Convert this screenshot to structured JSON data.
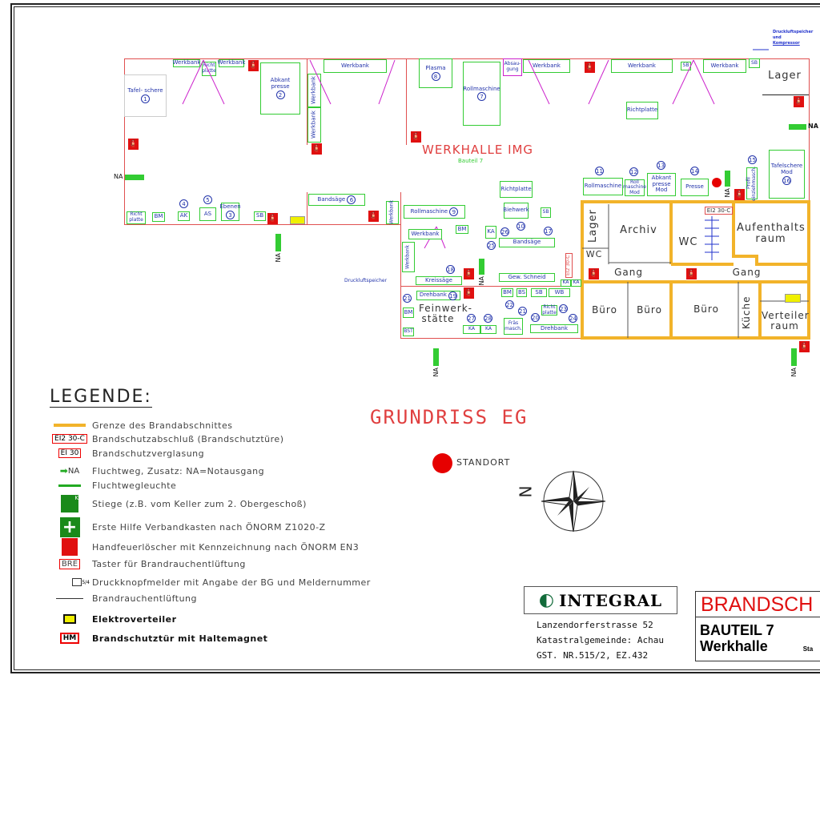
{
  "top_note": [
    "Druckluftspeicher",
    "und",
    "Kompressor"
  ],
  "hall": {
    "title": "WERKHALLE IMG",
    "subtitle": "Bauteil 7"
  },
  "plan": {
    "tafelschere": "Tafel- schere",
    "n1": "1",
    "werkbank": "Werkbank",
    "richtplatte": "Richt platte",
    "abkantpresse": "Abkant presse",
    "n2": "2",
    "plasma": "Plasma",
    "n8": "8",
    "rollmaschine": "Rollmaschine",
    "n7": "7",
    "absaugung": "Absau- gung",
    "sb": "SB",
    "lager": "Lager",
    "richtplatte2": "Richtplatte",
    "bm": "BM",
    "ak": "AK",
    "as": "AS",
    "ebenen": "Ebenen",
    "n3": "3",
    "n4": "4",
    "n5": "5",
    "bandsaege": "Bandsäge",
    "n6": "6",
    "rollmaschine9": "Rollmaschine",
    "n9": "9",
    "biehwerk": "Biehwerk",
    "n10": "10",
    "bandsaege17": "Bandsäge",
    "n17": "17",
    "ka": "KA",
    "n25": "25",
    "n26": "26",
    "kreissaege": "Kreissäge",
    "n18": "18",
    "gew_schneid": "Gew. Schneid",
    "drehbank": "Drehbank",
    "n19": "19",
    "feinwerk": "Feinwerk- stätte",
    "n21": "21",
    "bst": "BST",
    "bs": "BS",
    "wb": "WB",
    "n22": "22",
    "n27": "27",
    "n28": "28",
    "fraes": "Fräs masch.",
    "drehbank20": "Drehbank",
    "n20": "20",
    "n23": "23",
    "n24": "24",
    "druckluft": "Druckluftspeicher",
    "rollmaschine11": "Rollmaschine",
    "n11": "11",
    "rollmod": "Roll maschine Mod",
    "n12": "12",
    "abkantmod": "Abkant presse Mod",
    "n13": "13",
    "presse": "Presse",
    "n14": "14",
    "profil": "Profil einziehmasch.",
    "n15": "15",
    "tafelmod": "Tafelschere Mod",
    "n16": "16",
    "archiv": "Archiv",
    "wc": "WC",
    "gang": "Gang",
    "buero": "Büro",
    "aufenthalt": "Aufenthalts raum",
    "kueche": "Küche",
    "verteiler": "Verteiler raum",
    "ei2": "EI2 30-C",
    "ei2b": "EI2 30-C",
    "na": "NA"
  },
  "legend": {
    "title": "LEGENDE:",
    "items": [
      {
        "sym": "",
        "text": "Grenze des Brandabschnittes"
      },
      {
        "sym": "EI2 30-C",
        "text": "Brandschutzabschluß (Brandschutztüre)"
      },
      {
        "sym": "EI 30",
        "text": "Brandschutzverglasung"
      },
      {
        "sym": "NA",
        "text": "Fluchtweg, Zusatz: NA=Notausgang"
      },
      {
        "sym": "",
        "text": "Fluchtwegleuchte"
      },
      {
        "sym": "K",
        "text": "Stiege (z.B. vom Keller zum 2. Obergeschoß)"
      },
      {
        "sym": "",
        "text": "Erste Hilfe Verbandkasten nach ÖNORM Z1020-Z"
      },
      {
        "sym": "",
        "text": "Handfeuerlöscher mit Kennzeichnung nach ÖNORM EN3"
      },
      {
        "sym": "BRE",
        "text": "Taster für Brandrauchentlüftung"
      },
      {
        "sym": "5/4",
        "text": "Druckknopfmelder mit Angabe der BG und Meldernummer"
      },
      {
        "sym": "",
        "text": "Brandrauchentlüftung"
      },
      {
        "sym": "",
        "text": "Elektroverteiler"
      },
      {
        "sym": "HM",
        "text": "Brandschutztür mit Haltemagnet"
      }
    ]
  },
  "grundriss": "GRUNDRISS EG",
  "standort": "STANDORT",
  "compass": "N",
  "company": {
    "logo": "INTEGRAL",
    "address": [
      "Lanzendorferstrasse 52",
      "Katastralgemeinde: Achau",
      "GST. NR.515/2,   EZ.432"
    ]
  },
  "titleblock": {
    "title": "BRANDSCH",
    "part": "BAUTEIL 7",
    "name": "Werkhalle",
    "extra": "Sta"
  },
  "colors": {
    "wall": "#e05050",
    "fire_section": "#f2b32a",
    "equipment": "#33cc33",
    "text": "#2233aa",
    "extinguisher": "#e01010"
  }
}
